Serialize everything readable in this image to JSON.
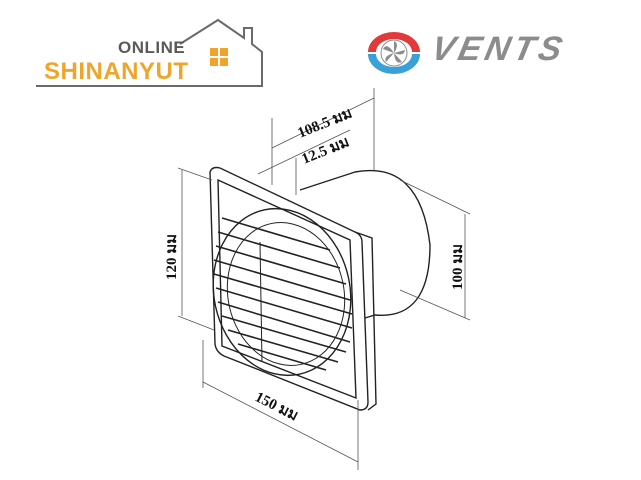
{
  "logos": {
    "left": {
      "top_text": "ONLINE",
      "brand_text": "SHINANYUT",
      "brand_color": "#f0a52a",
      "text_color": "#5a5a5a",
      "icon": "house-icon"
    },
    "right": {
      "brand_text": "VENTS",
      "brand_color": "#8c8c8c",
      "icon": "fan-circle-icon",
      "icon_colors": [
        "#e03a3a",
        "#3aa0d8",
        "#8c8c8c"
      ]
    }
  },
  "diagram": {
    "subject": "Bathroom exhaust fan dimension drawing",
    "dimensions": {
      "depth_total": "108.5 มม",
      "depth_plate": "12.5 มม",
      "height_face": "120 มม",
      "duct_diameter": "100 มม",
      "width_face": "150 มม"
    }
  }
}
